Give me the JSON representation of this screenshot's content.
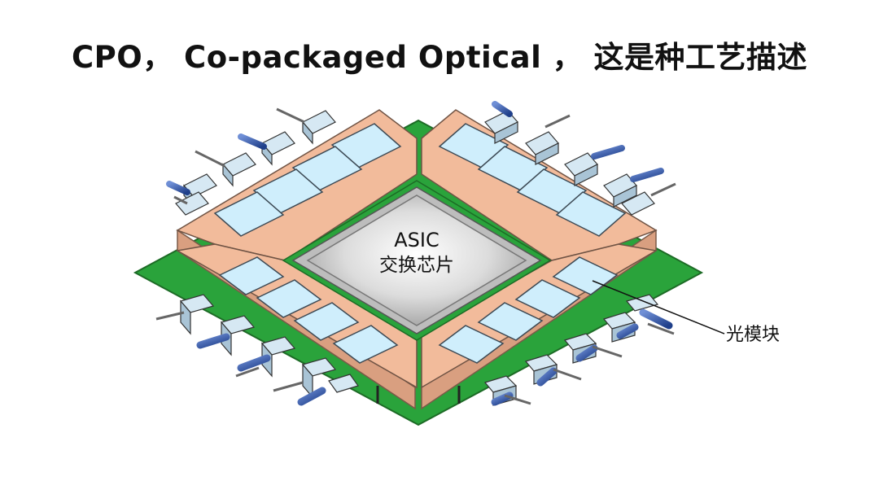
{
  "title": "CPO， Co-packaged Optical ， 这是种工艺描述",
  "diagram": {
    "chip_label_line1": "ASIC",
    "chip_label_line2": "交换芯片",
    "callout_label": "光模块",
    "colors": {
      "pcb": "#2aa33b",
      "substrate": "#f2bb9b",
      "optical_window": "#cfeefc",
      "chip_silver": "#d7d7d7",
      "connector": "#2c57a6",
      "bracket": "#d6e8f3"
    }
  }
}
